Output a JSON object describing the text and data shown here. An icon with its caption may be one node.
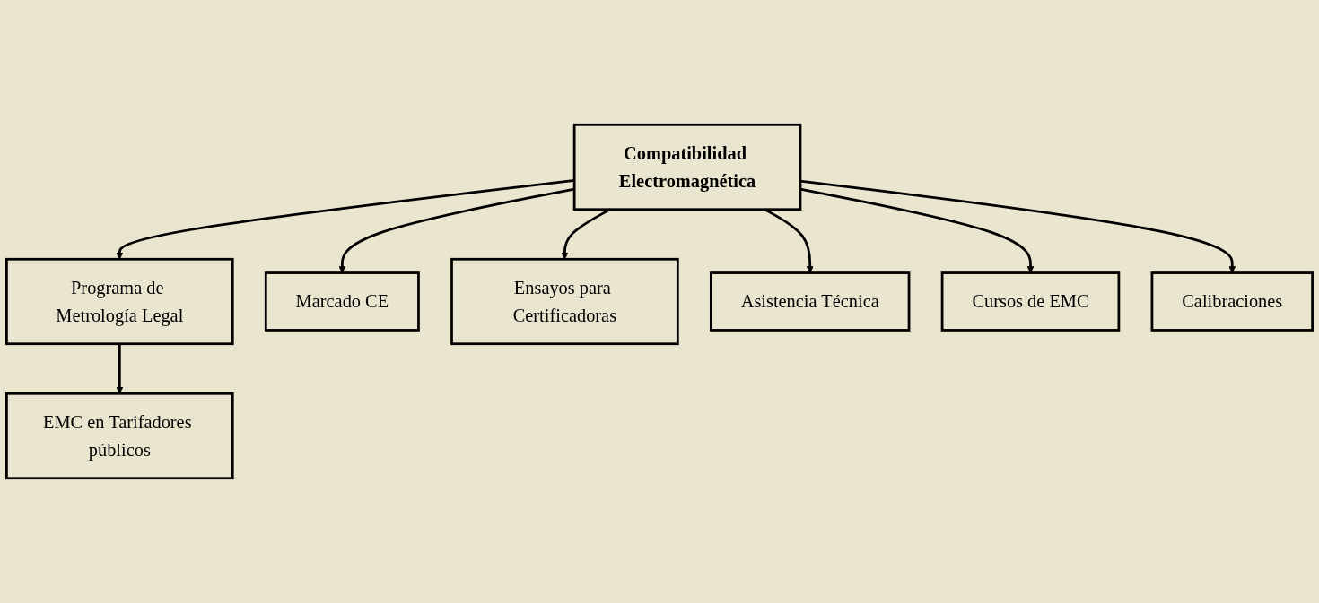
{
  "diagram": {
    "nodes": [
      {
        "text": [
          "Compatibilidad Electromagnética"
        ]
      },
      {
        "text": [
          "Programa de Metrología Legal"
        ]
      },
      {
        "text": [
          "Marcado CE"
        ]
      },
      {
        "text": [
          "Ensayos para Certificadoras"
        ]
      },
      {
        "text": [
          "Asistencia Técnica"
        ]
      },
      {
        "text": [
          "EMC en Tarifadores públicos"
        ]
      },
      {
        "text": [
          "Cursos de EMC"
        ]
      },
      {
        "text": [
          "Calibraciones"
        ]
      }
    ],
    "edges": [
      {
        "from": 0,
        "to": 1,
        "arrow": "to"
      },
      {
        "from": 0,
        "to": 2,
        "arrow": "to"
      },
      {
        "from": 0,
        "to": 6,
        "arrow": "to"
      },
      {
        "from": 0,
        "to": 3,
        "arrow": "to"
      },
      {
        "from": 0,
        "to": 7,
        "arrow": "to"
      },
      {
        "from": 0,
        "to": 4,
        "arrow": "to"
      },
      {
        "from": 1,
        "to": 5,
        "arrow": "to"
      }
    ]
  }
}
